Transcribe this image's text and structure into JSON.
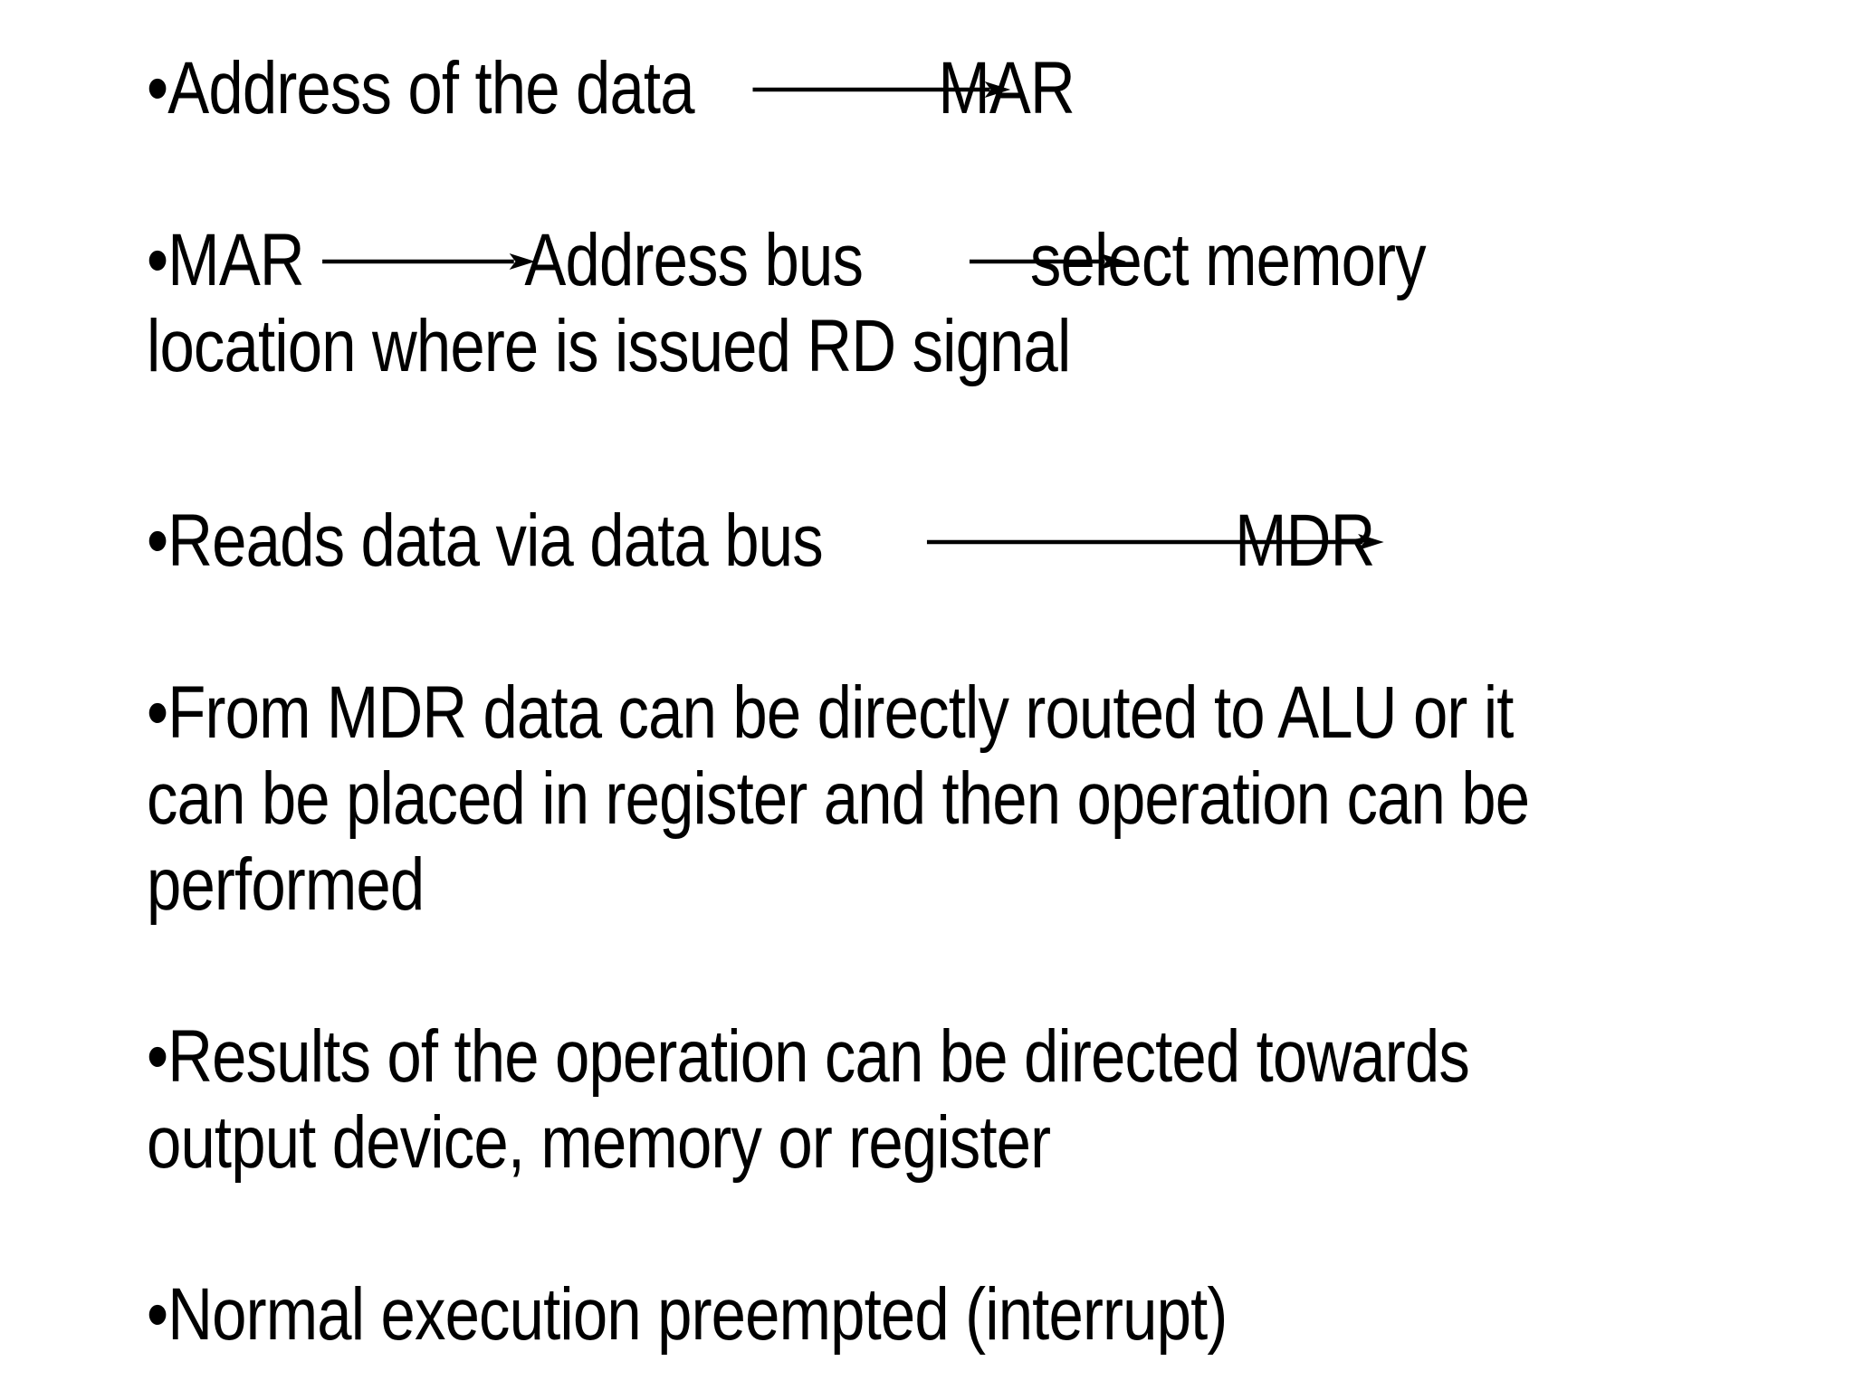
{
  "page": {
    "background": "#ffffff",
    "text_color": "#000000",
    "bullet_char": "•"
  },
  "icons": {
    "connector": "right-arrow"
  },
  "bullets": [
    {
      "name": "address-of-data",
      "lines": [
        {
          "pre": "Address of the data",
          "arrow": "right-arrow",
          "post": "MAR"
        }
      ]
    },
    {
      "name": "mar-to-address-bus",
      "lines": [
        {
          "pre": "MAR",
          "arrow": "right-arrow",
          "mid": "Address bus",
          "arrow2": "right-arrow",
          "post": "select memory"
        },
        {
          "pre": "location where is issued RD signal"
        }
      ]
    },
    {
      "name": "reads-data-via-data-bus",
      "lines": [
        {
          "pre": "Reads data via data bus",
          "arrow": "right-arrow",
          "post": "MDR"
        }
      ]
    },
    {
      "name": "from-mdr-routing",
      "lines": [
        {
          "pre": "From MDR data can be directly routed to ALU or it"
        },
        {
          "pre": "can be placed in register and then operation can be"
        },
        {
          "pre": "performed"
        }
      ]
    },
    {
      "name": "results-direction",
      "lines": [
        {
          "pre": "Results of the operation can be directed towards"
        },
        {
          "pre": "output device, memory or register"
        }
      ]
    },
    {
      "name": "interrupt",
      "lines": [
        {
          "pre": "Normal execution preempted (interrupt)"
        }
      ]
    }
  ]
}
